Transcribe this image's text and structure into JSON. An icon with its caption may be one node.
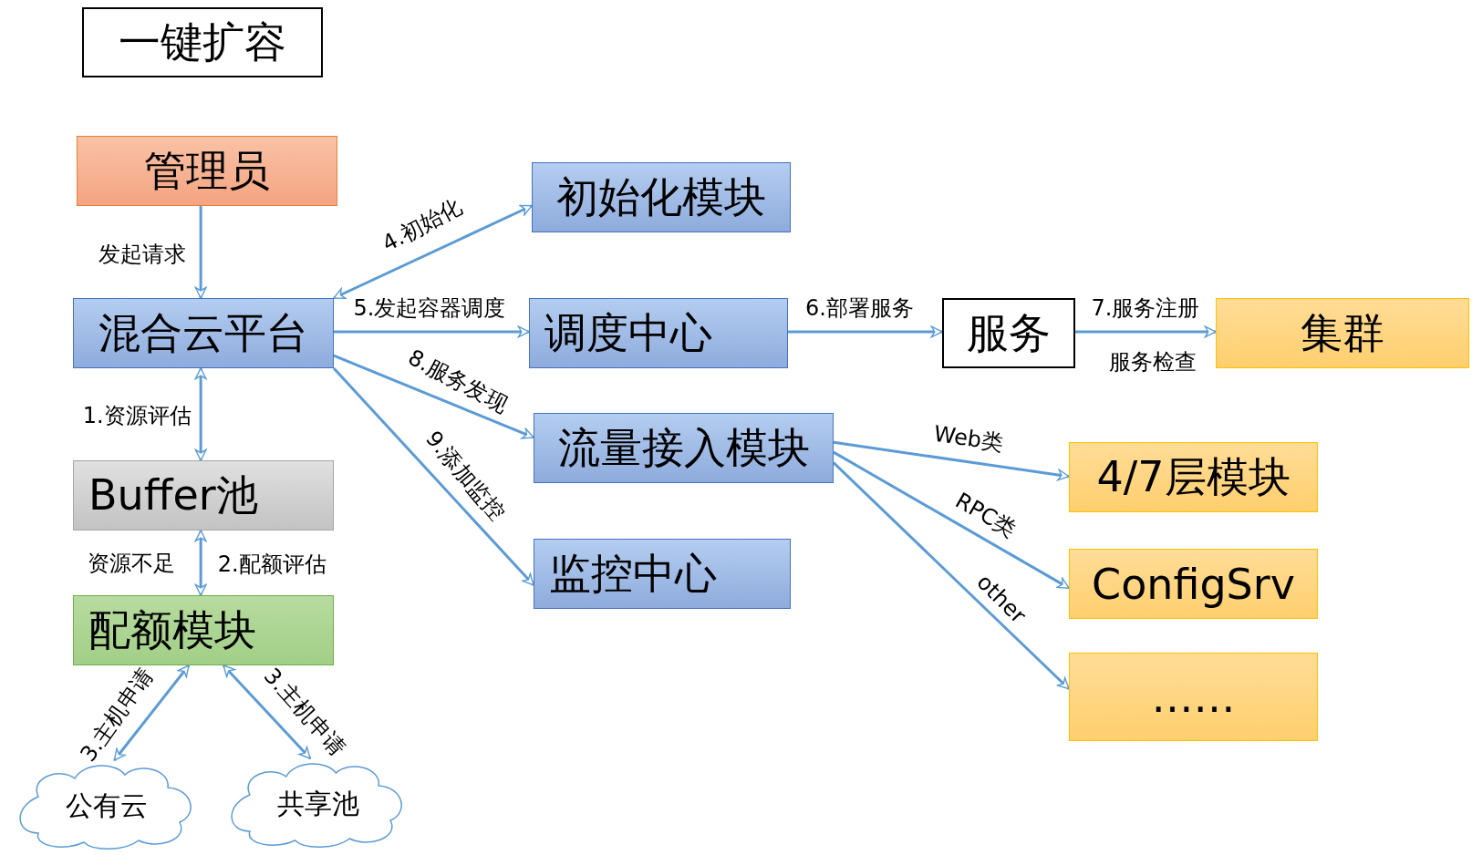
{
  "diagram": {
    "title": "一键扩容",
    "nodes": [
      {
        "text": [
          "管理员"
        ]
      },
      {
        "text": [
          "混合云平台"
        ]
      },
      {
        "text": [
          "Buffer池"
        ]
      },
      {
        "text": [
          "配额模块"
        ]
      },
      {
        "text": [
          "公有云"
        ]
      },
      {
        "text": [
          "共享池"
        ]
      },
      {
        "text": [
          "初始化模块"
        ]
      },
      {
        "text": [
          "调度中心"
        ]
      },
      {
        "text": [
          "服务"
        ]
      },
      {
        "text": [
          "集群"
        ]
      },
      {
        "text": [
          "流量接入模块"
        ]
      },
      {
        "text": [
          "监控中心"
        ]
      },
      {
        "text": [
          "4/7层模块"
        ]
      },
      {
        "text": [
          "ConfigSrv"
        ]
      },
      {
        "text": [
          "……"
        ]
      }
    ],
    "edges": [
      {
        "from": 0,
        "to": 1,
        "arrow": "to",
        "label": "发起请求"
      },
      {
        "from": 1,
        "to": 6,
        "arrow": "both",
        "label": "4.初始化"
      },
      {
        "from": 1,
        "to": 7,
        "arrow": "to",
        "label": "5.发起容器调度"
      },
      {
        "from": 7,
        "to": 8,
        "arrow": "to",
        "label": "6.部署服务"
      },
      {
        "from": 8,
        "to": 9,
        "arrow": "to",
        "label": "7.服务注册"
      },
      {
        "from": 1,
        "to": 10,
        "arrow": "to",
        "label": "8.服务发现"
      },
      {
        "from": 1,
        "to": 11,
        "arrow": "to",
        "label": "9.添加监控"
      },
      {
        "from": 1,
        "to": 2,
        "arrow": "both",
        "label": "1.资源评估"
      },
      {
        "from": 2,
        "to": 3,
        "arrow": "both",
        "label": "2.配额评估"
      },
      {
        "from": 3,
        "to": 4,
        "arrow": "both",
        "label": "3.主机申请"
      },
      {
        "from": 3,
        "to": 5,
        "arrow": "both",
        "label": "3.主机申请"
      },
      {
        "from": 10,
        "to": 12,
        "arrow": "to",
        "label": "Web类"
      },
      {
        "from": 10,
        "to": 13,
        "arrow": "to",
        "label": "RPC类"
      },
      {
        "from": 10,
        "to": 14,
        "arrow": "to",
        "label": "other"
      }
    ],
    "labels": [
      "服务检查",
      "资源不足"
    ]
  }
}
